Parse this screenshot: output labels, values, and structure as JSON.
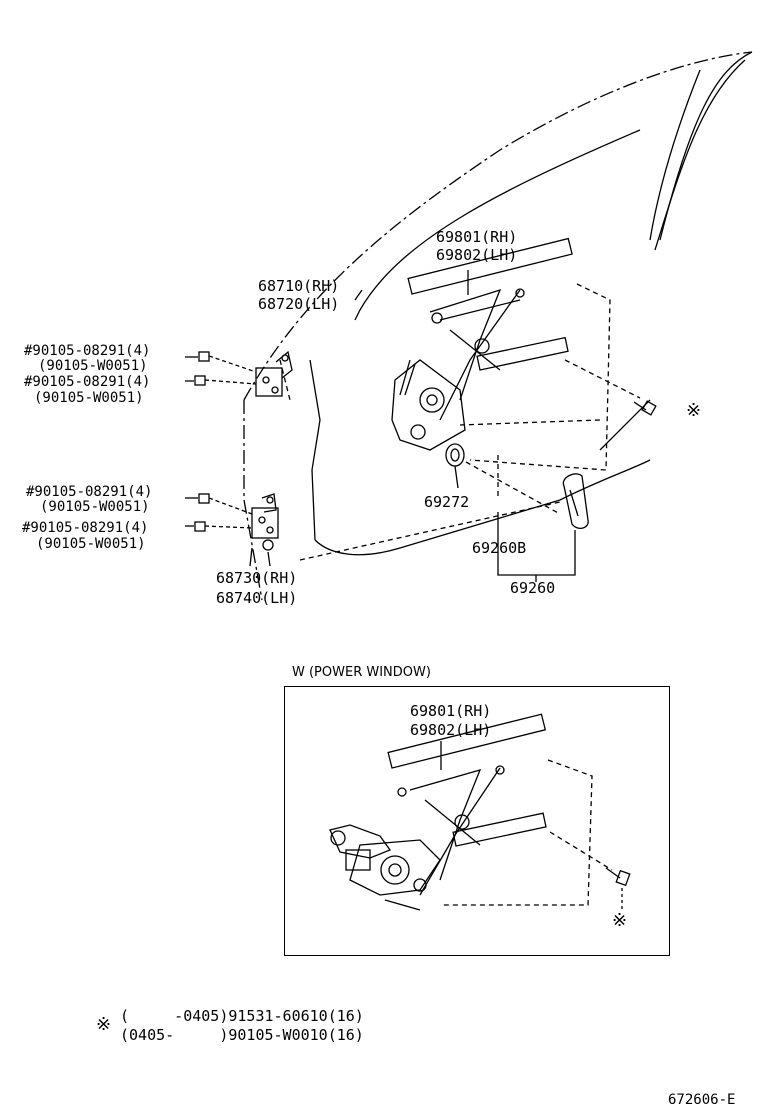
{
  "labels": {
    "regulator_rh": "69801(RH)",
    "regulator_lh": "69802(LH)",
    "upper_hinge_rh": "68710(RH)",
    "upper_hinge_lh": "68720(LH)",
    "lower_hinge_rh": "68730(RH)",
    "lower_hinge_lh": "68740(LH)",
    "bolt_1a": "#90105-08291(4)",
    "bolt_1b": "(90105-W0051)",
    "bolt_2a": "#90105-08291(4)",
    "bolt_2b": "(90105-W0051)",
    "bolt_3a": "#90105-08291(4)",
    "bolt_3b": "(90105-W0051)",
    "bolt_4a": "#90105-08291(4)",
    "bolt_4b": "(90105-W0051)",
    "part_69272": "69272",
    "part_69260b": "69260B",
    "part_69260": "69260",
    "ref_mark": "※",
    "ref_mark_pw": "※"
  },
  "power_window": {
    "title": "W (POWER WINDOW)",
    "regulator_rh": "69801(RH)",
    "regulator_lh": "69802(LH)"
  },
  "footnote": {
    "mark": "※",
    "line1": "(     -0405)91531-60610(16)",
    "line2": "(0405-     )90105-W0010(16)"
  },
  "figure_code": "672606-E"
}
